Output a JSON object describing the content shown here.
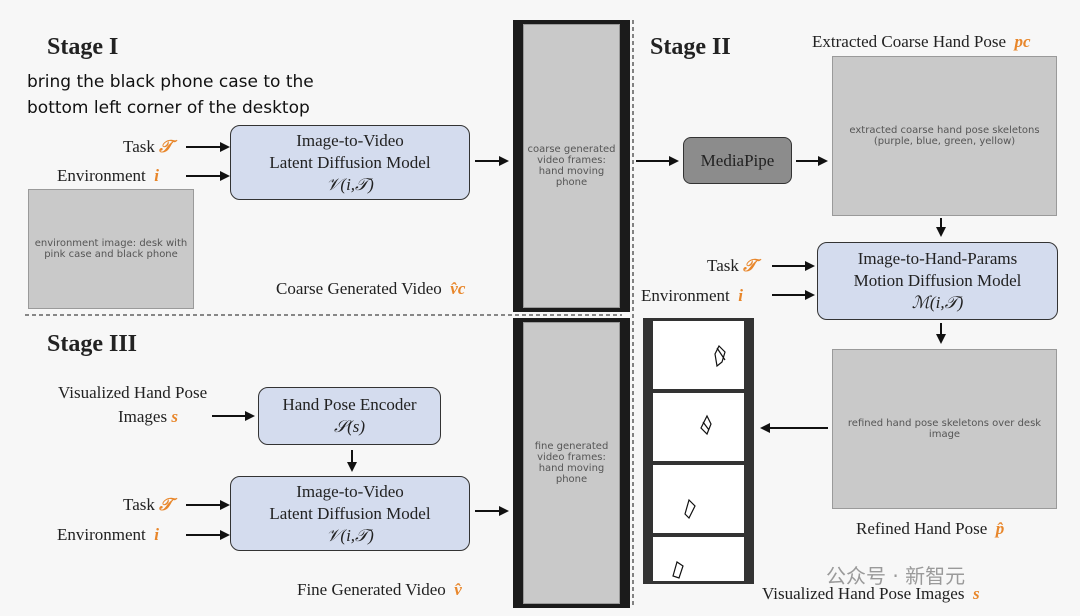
{
  "stages": {
    "s1": "Stage I",
    "s2": "Stage II",
    "s3": "Stage III"
  },
  "instruction": {
    "line1": "bring the black phone case to the",
    "line2": "bottom left corner of the desktop"
  },
  "inputs": {
    "task": "Task",
    "task_sym": "𝒯",
    "env": "Environment",
    "env_sym": "i"
  },
  "boxes": {
    "i2v_top": {
      "line1": "Image-to-Video",
      "line2": "Latent Diffusion Model",
      "formula": "𝒱(i,𝒯)"
    },
    "mediapipe": {
      "label": "MediaPipe"
    },
    "i2hp": {
      "line1": "Image-to-Hand-Params",
      "line2": "Motion Diffusion Model",
      "formula": "ℳ(i,𝒯)"
    },
    "encoder": {
      "line1": "Hand Pose Encoder",
      "formula": "𝒮(s)"
    },
    "i2v_bottom": {
      "line1": "Image-to-Video",
      "line2": "Latent Diffusion Model",
      "formula": "𝒱(i,𝒯)"
    }
  },
  "labels": {
    "coarse_video": "Coarse Generated Video",
    "coarse_video_sym": "v̂c",
    "extracted_pose": "Extracted Coarse Hand Pose",
    "extracted_pose_sym": "pc",
    "vis_pose_1": "Visualized Hand Pose",
    "vis_pose_2": "Images",
    "vis_pose_sym": "s",
    "refined_pose": "Refined Hand Pose",
    "refined_pose_sym": "p̂",
    "fine_video": "Fine Generated Video",
    "fine_video_sym": "v̂",
    "vis_pose_bottom": "Visualized Hand Pose Images",
    "vis_pose_bottom_sym": "s"
  },
  "images": {
    "environment": "environment image: desk with pink case and black phone",
    "coarse_frames": "coarse generated video frames: hand moving phone",
    "coarse_pose": "extracted coarse hand pose skeletons (purple, blue, green, yellow)",
    "refined_pose": "refined hand pose skeletons over desk image",
    "fine_frames": "fine generated video frames: hand moving phone",
    "pose_sketch": "hand pose sketch"
  },
  "watermark": "公众号 · 新智元",
  "colors": {
    "accent": "#e8862a",
    "box": "#d4dcee",
    "gray_box": "#8c8c8c"
  }
}
